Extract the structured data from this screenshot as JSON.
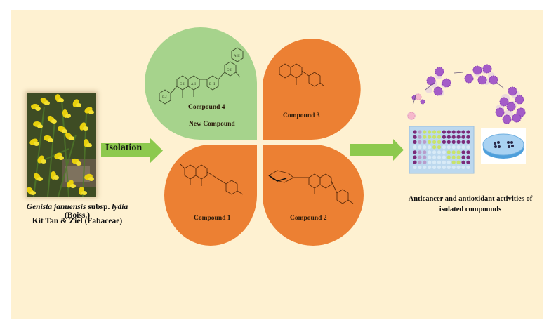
{
  "figure": {
    "type": "graphical-abstract",
    "background_color": "#FEF1D1",
    "colors": {
      "new_compound_petal": "#A6D38C",
      "compound_petal": "#EC8033",
      "arrow": "#8DC94E",
      "structure_ink": "#5a2a0a"
    }
  },
  "plant": {
    "image_alt": "Yellow flowering shrub photograph",
    "name_genus_species": "Genista januensis",
    "name_rank": "subsp.",
    "name_subspecies": "lydia",
    "name_author": "(Boiss.)",
    "name_line2": "Kit Tan & Ziel (Fabaceae)"
  },
  "process": {
    "isolation_label": "Isolation"
  },
  "compounds": [
    {
      "id": "compound-4",
      "label": "Compound  4",
      "sublabel": "New Compound",
      "is_new": true,
      "ring_labels": [
        "B-I",
        "C-I",
        "A-I",
        "B-II",
        "C-II",
        "A-II"
      ]
    },
    {
      "id": "compound-3",
      "label": "Compound  3",
      "is_new": false
    },
    {
      "id": "compound-1",
      "label": "Compound  1",
      "is_new": false
    },
    {
      "id": "compound-2",
      "label": "Compound  2",
      "is_new": false
    }
  ],
  "activities": {
    "caption_line1": "Anticancer and antioxidant activities of",
    "caption_line2": "isolated compounds",
    "icons": [
      "cancer-cell-proliferation-icon",
      "well-plate-icon",
      "petri-dish-icon"
    ]
  }
}
